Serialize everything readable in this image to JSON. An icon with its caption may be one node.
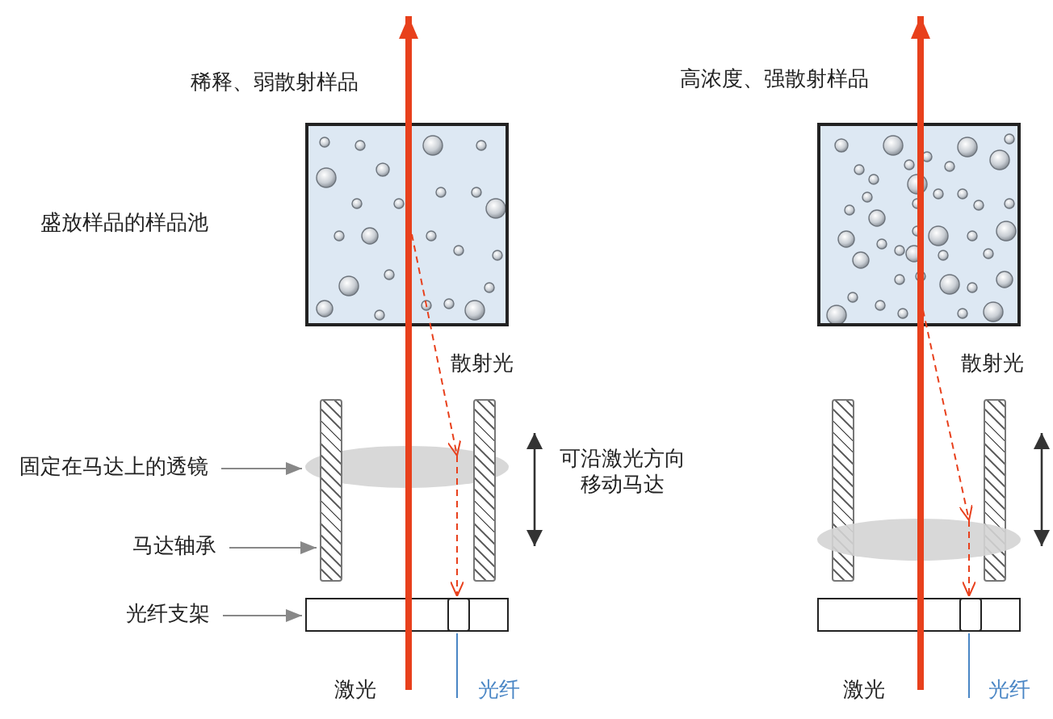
{
  "diagram": {
    "nodes": [
      {
        "text": [
          "固定在马达上的透镜"
        ]
      },
      {
        "text": [],
        "shape": "ellipse"
      },
      {
        "text": [
          "马达轴承"
        ]
      },
      {
        "text": [],
        "shape": "bar"
      },
      {
        "text": [
          "光纤支架"
        ]
      },
      {
        "text": [],
        "shape": "box"
      },
      {
        "text": [],
        "shape": "bar"
      },
      {
        "text": [],
        "shape": "bar"
      },
      {
        "text": [],
        "shape": "bar"
      },
      {
        "text": [],
        "shape": "ellipse"
      },
      {
        "text": [],
        "shape": "box"
      }
    ],
    "edges": [
      {
        "from": 0,
        "to": 1,
        "arrow": "to"
      },
      {
        "from": 2,
        "to": 3,
        "arrow": "to"
      },
      {
        "from": 4,
        "to": 5,
        "arrow": "to"
      }
    ],
    "labels": [
      "稀释、弱散射样品",
      "高浓度、强散射样品",
      "盛放样品的样品池",
      "散射光",
      "可沿激光方向移动马达",
      "散射光",
      "激光",
      "光纤",
      "激光",
      "光纤"
    ]
  }
}
